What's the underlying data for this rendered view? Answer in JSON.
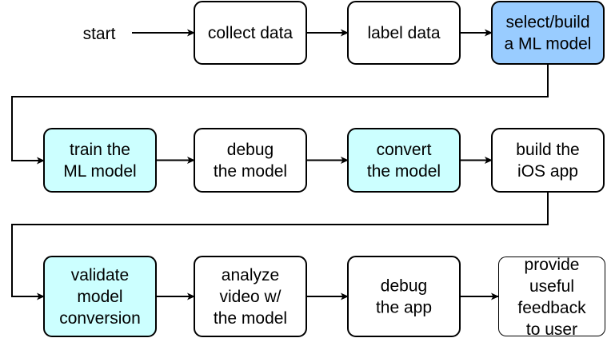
{
  "diagram": {
    "start_label": "start",
    "colors": {
      "default_fill": "#ffffff",
      "highlight_blue": "#99ccff",
      "highlight_cyan": "#ccffff",
      "stroke": "#000000"
    },
    "rows": [
      {
        "steps": [
          {
            "lines": [
              "collect data"
            ],
            "fill": "default"
          },
          {
            "lines": [
              "label data"
            ],
            "fill": "default"
          },
          {
            "lines": [
              "select/build",
              "a ML model"
            ],
            "fill": "blue"
          }
        ]
      },
      {
        "steps": [
          {
            "lines": [
              "train the",
              "ML model"
            ],
            "fill": "cyan"
          },
          {
            "lines": [
              "debug",
              "the model"
            ],
            "fill": "default"
          },
          {
            "lines": [
              "convert",
              "the model"
            ],
            "fill": "cyan"
          },
          {
            "lines": [
              "build the",
              "iOS app"
            ],
            "fill": "default"
          }
        ]
      },
      {
        "steps": [
          {
            "lines": [
              "validate",
              "model",
              "conversion"
            ],
            "fill": "cyan"
          },
          {
            "lines": [
              "analyze",
              "video w/",
              "the model"
            ],
            "fill": "default"
          },
          {
            "lines": [
              "debug",
              "the app"
            ],
            "fill": "default"
          },
          {
            "lines": [
              "provide",
              "useful",
              "feedback",
              "to user"
            ],
            "fill": "default"
          }
        ]
      }
    ]
  }
}
